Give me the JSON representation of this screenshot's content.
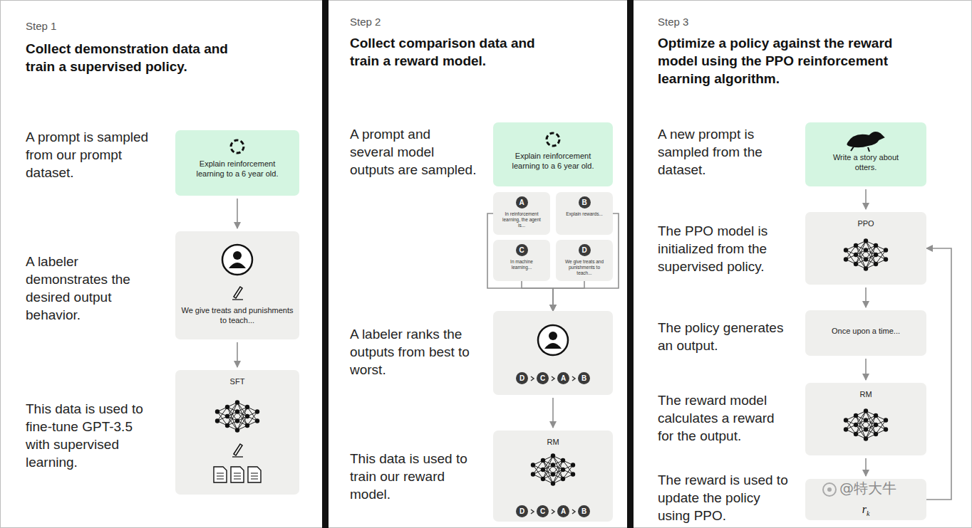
{
  "diagram": {
    "nodes": [
      {
        "text": [
          "Explain reinforcement learning to a 6 year old."
        ]
      },
      {
        "text": [
          "We give treats and punishments to teach..."
        ]
      },
      {
        "text": [
          "SFT"
        ]
      },
      {
        "text": [
          "Explain reinforcement learning to a 6 year old."
        ]
      },
      {
        "text": [
          "A",
          "In reinforcement learning, the agent is..."
        ]
      },
      {
        "text": [
          "B",
          "Explain rewards..."
        ]
      },
      {
        "text": [
          "C",
          "In machine learning..."
        ]
      },
      {
        "text": [
          "D",
          "We give treats and punishments to teach..."
        ]
      },
      {
        "text": [
          "D",
          "C",
          "A",
          "B"
        ]
      },
      {
        "text": [
          "RM",
          "D",
          "C",
          "A",
          "B"
        ]
      },
      {
        "text": [
          "Write a story about otters."
        ]
      },
      {
        "text": [
          "PPO"
        ]
      },
      {
        "text": [
          "Once upon a time..."
        ]
      },
      {
        "text": [
          "RM"
        ]
      },
      {
        "text": [
          "r",
          "k"
        ]
      }
    ],
    "edges": [
      {
        "from": 0,
        "to": 1,
        "arrow": "to"
      },
      {
        "from": 1,
        "to": 2,
        "arrow": "to"
      },
      {
        "from": 4,
        "to": 8,
        "arrow": "to"
      },
      {
        "from": 5,
        "to": 8,
        "arrow": "to"
      },
      {
        "from": 6,
        "to": 8,
        "arrow": "to"
      },
      {
        "from": 7,
        "to": 8,
        "arrow": "to"
      },
      {
        "from": 8,
        "to": 9,
        "arrow": "to"
      },
      {
        "from": 10,
        "to": 11,
        "arrow": "to"
      },
      {
        "from": 11,
        "to": 12,
        "arrow": "to"
      },
      {
        "from": 12,
        "to": 13,
        "arrow": "to"
      },
      {
        "from": 13,
        "to": 14,
        "arrow": "to"
      },
      {
        "from": 14,
        "to": 11,
        "arrow": "to"
      }
    ],
    "labels": [
      "Step 1",
      "Collect demonstration data and train a supervised policy.",
      "A prompt is sampled from our prompt dataset.",
      "A labeler demonstrates the desired output behavior.",
      "This data is used to fine-tune GPT-3.5 with supervised learning.",
      "Step 2",
      "Collect comparison data and train a reward model.",
      "A prompt and several model outputs are sampled.",
      "A labeler ranks the outputs from best to worst.",
      "This data is used to train our reward model.",
      "Step 3",
      "Optimize a policy against the reward model using the PPO reinforcement learning algorithm.",
      "A new prompt is sampled from the dataset.",
      "The PPO model is initialized from the supervised policy.",
      "The policy generates an output.",
      "The reward model calculates a reward for the output.",
      "The reward is used to update the policy using PPO.",
      "@特大牛"
    ]
  }
}
